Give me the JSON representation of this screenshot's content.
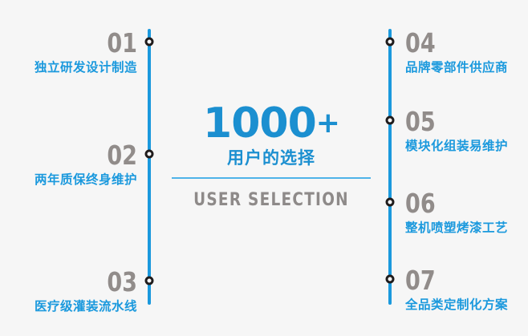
{
  "theme": {
    "background": "#f6f6f6",
    "accent_blue": "#1b99dd",
    "deep_blue": "#1b8fd0",
    "divider_blue": "#4fb3e8",
    "number_gray": "#918c8a",
    "marker_ring": "#201c1c"
  },
  "center": {
    "count": "1000",
    "plus": "+",
    "subtitle": "用户的选择",
    "english": "USER SELECTION"
  },
  "left_items": [
    {
      "number": "01",
      "label": "独立研发设计制造"
    },
    {
      "number": "02",
      "label": "两年质保终身维护"
    },
    {
      "number": "03",
      "label": "医疗级灌装流水线"
    }
  ],
  "right_items": [
    {
      "number": "04",
      "label": "品牌零部件供应商"
    },
    {
      "number": "05",
      "label": "模块化组装易维护"
    },
    {
      "number": "06",
      "label": "整机喷塑烤漆工艺"
    },
    {
      "number": "07",
      "label": "全品类定制化方案"
    }
  ]
}
